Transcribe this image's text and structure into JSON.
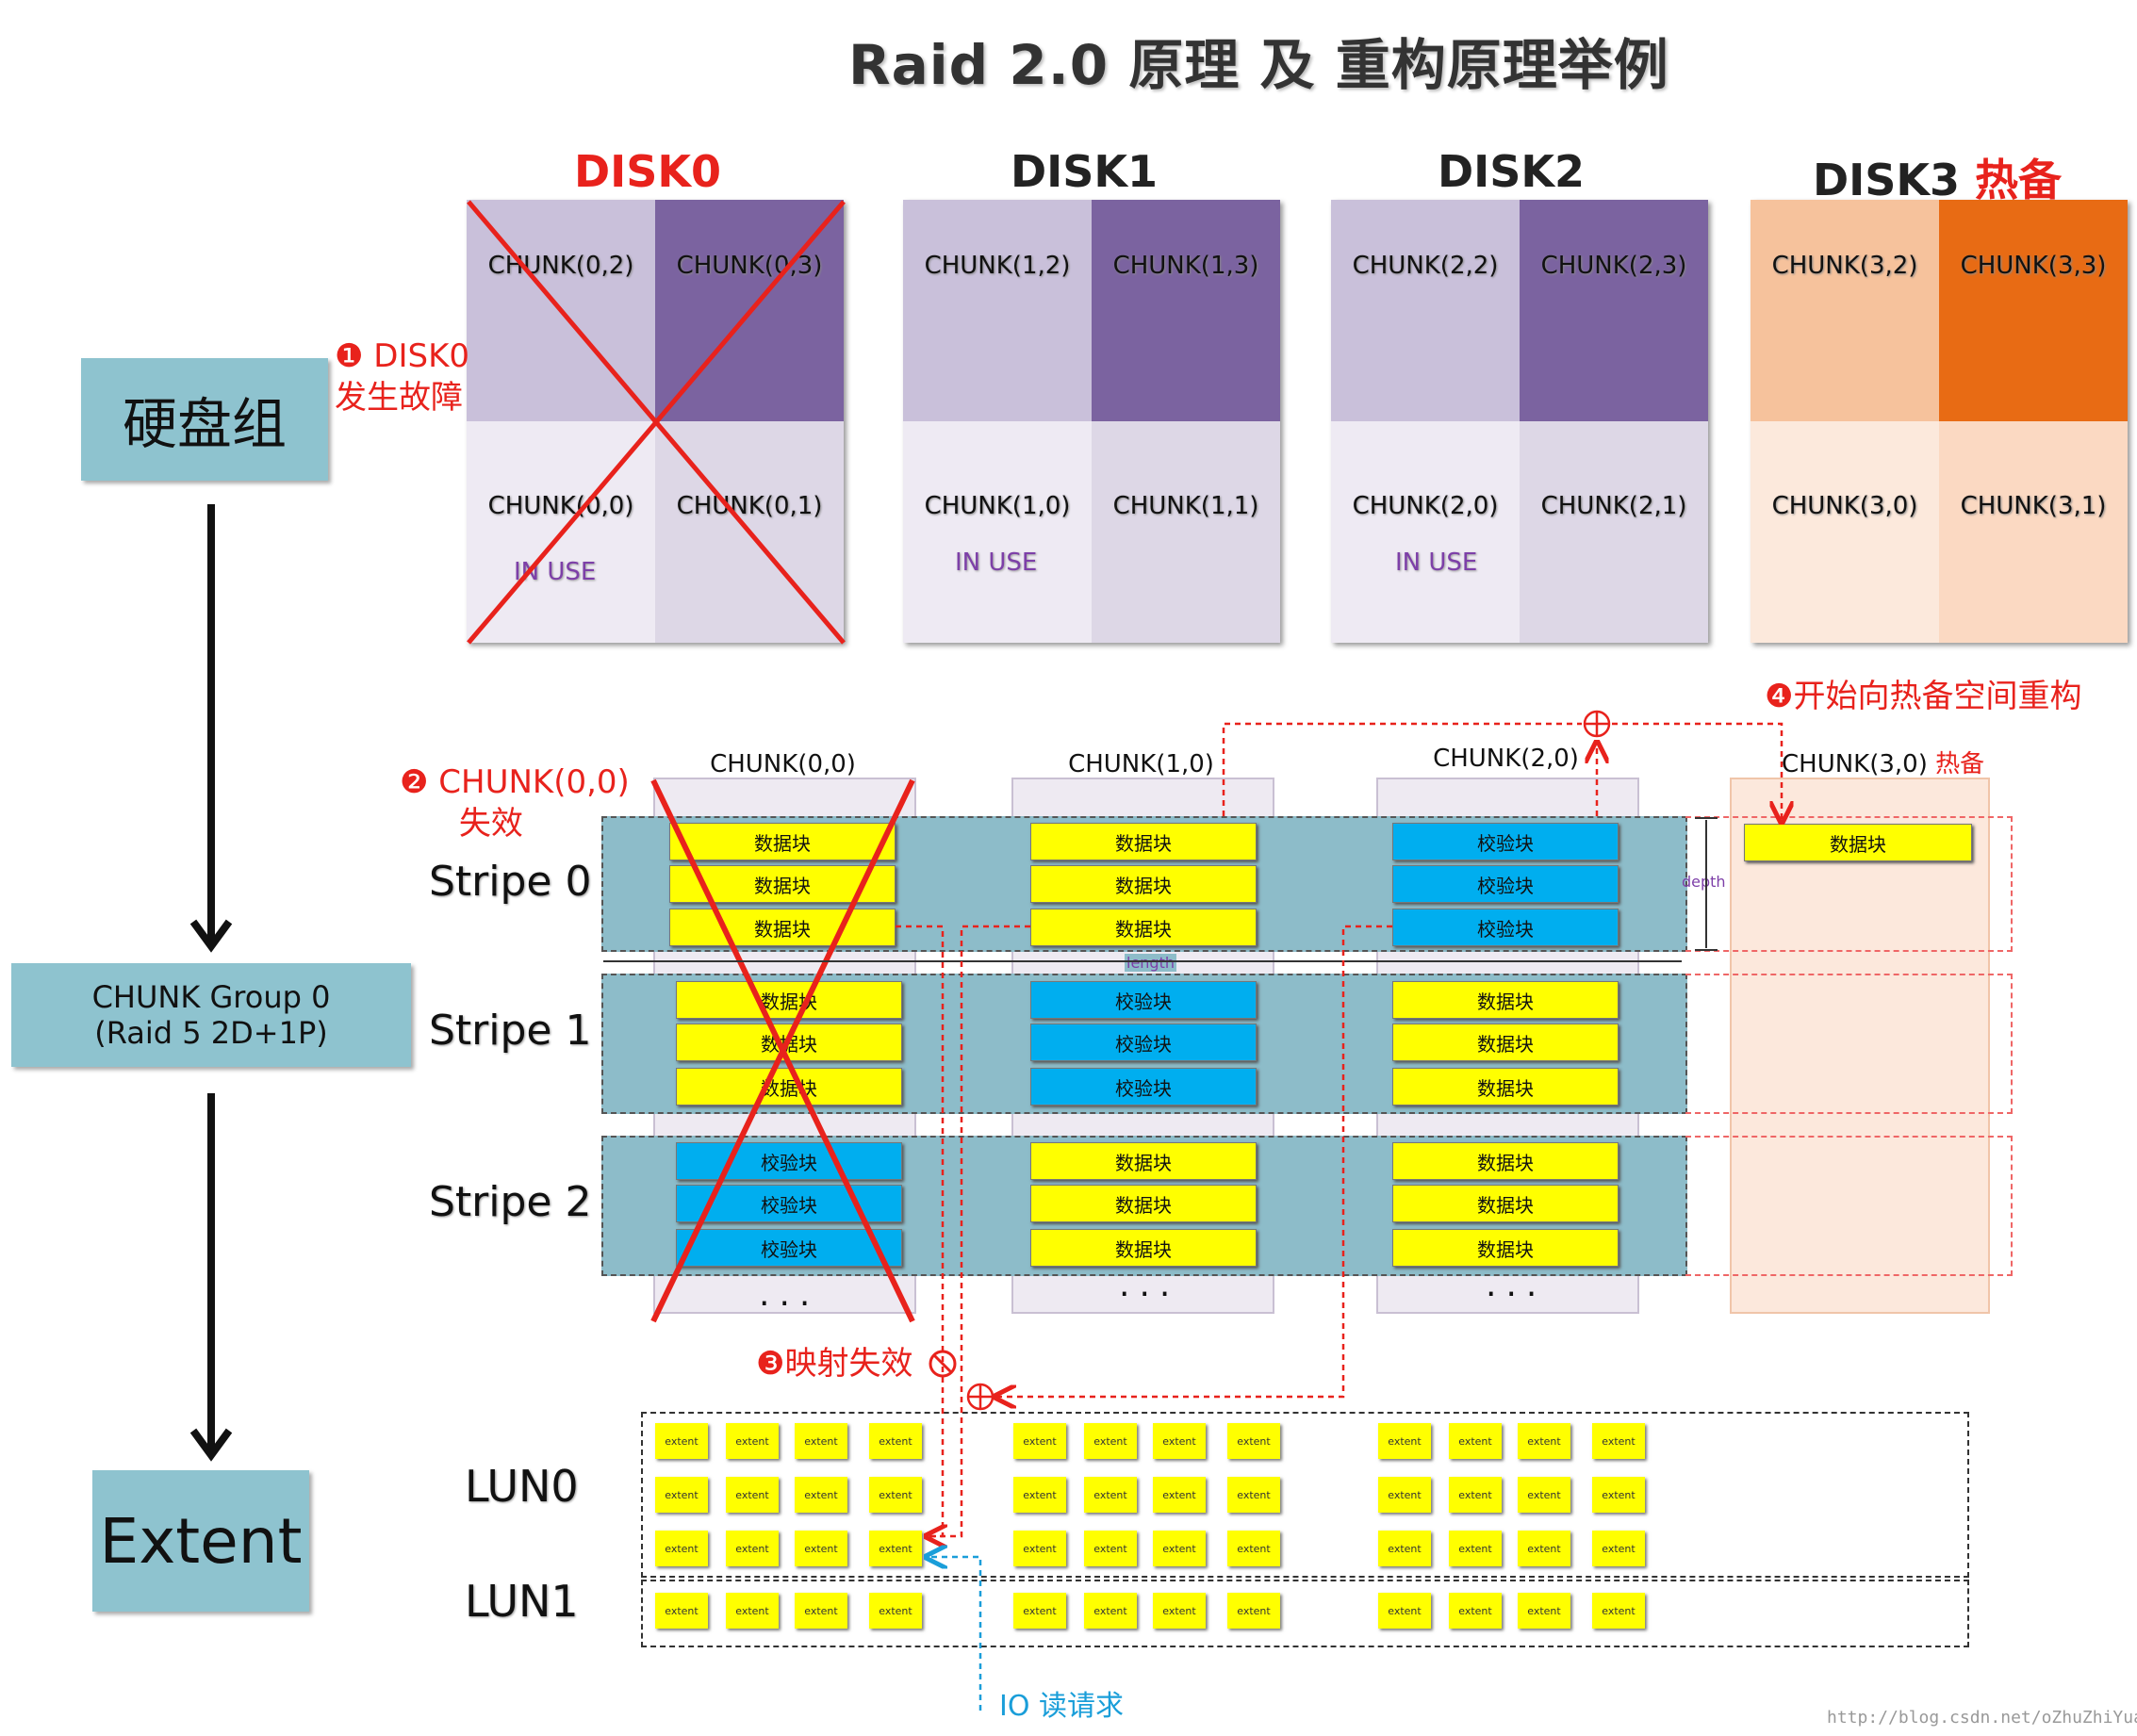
{
  "title": "Raid 2.0 原理 及 重构原理举例",
  "levels": {
    "disk_group": "硬盘组",
    "chunk_group_line1": "CHUNK Group 0",
    "chunk_group_line2": "(Raid 5 2D+1P)",
    "extent": "Extent"
  },
  "disks": [
    {
      "name": "DISK0",
      "suffix": "",
      "chunks": [
        "CHUNK(0,2)",
        "CHUNK(0,3)",
        "CHUNK(0,0)",
        "CHUNK(0,1)"
      ],
      "status": "IN USE"
    },
    {
      "name": "DISK1",
      "suffix": "",
      "chunks": [
        "CHUNK(1,2)",
        "CHUNK(1,3)",
        "CHUNK(1,0)",
        "CHUNK(1,1)"
      ],
      "status": "IN USE"
    },
    {
      "name": "DISK2",
      "suffix": "",
      "chunks": [
        "CHUNK(2,2)",
        "CHUNK(2,3)",
        "CHUNK(2,0)",
        "CHUNK(2,1)"
      ],
      "status": "IN USE"
    },
    {
      "name": "DISK3",
      "suffix": "热备",
      "chunks": [
        "CHUNK(3,2)",
        "CHUNK(3,3)",
        "CHUNK(3,0)",
        "CHUNK(3,1)"
      ],
      "status": ""
    }
  ],
  "notes": {
    "step1_line1": "❶ DISK0",
    "step1_line2": "发生故障",
    "step2_line1": "❷ CHUNK(0,0)",
    "step2_line2": "失效",
    "step3": "❸映射失效",
    "step4": "❹开始向热备空间重构",
    "io": "IO 读请求"
  },
  "chunk_columns": {
    "headers": [
      "CHUNK(0,0)",
      "CHUNK(1,0)",
      "CHUNK(2,0)"
    ],
    "hot_header": "CHUNK(3,0)",
    "hot_suffix": "热备",
    "dots": "..."
  },
  "stripes": [
    "Stripe 0",
    "Stripe 1",
    "Stripe 2"
  ],
  "block_types": {
    "data": "数据块",
    "parity": "校验块"
  },
  "stripe_layout": [
    [
      "data",
      "data",
      "parity"
    ],
    [
      "data",
      "parity",
      "data"
    ],
    [
      "parity",
      "data",
      "data"
    ]
  ],
  "hot_block": "数据块",
  "dimension_labels": {
    "depth": "depth",
    "length": "length"
  },
  "luns": [
    "LUN0",
    "LUN1"
  ],
  "extent_label": "extent",
  "watermark": "http://blog.csdn.net/oZhuZhiYuan",
  "colors": {
    "data_block": "#ffff00",
    "parity_block": "#00aeef",
    "stripe_band": "#8dbcc9",
    "fault_red": "#e8221c",
    "purple_dark": "#7b63a0",
    "purple_light": "#c9c0da",
    "orange_dark": "#e86b14",
    "orange_light": "#f6c29c",
    "io_blue": "#1a9ed9"
  }
}
